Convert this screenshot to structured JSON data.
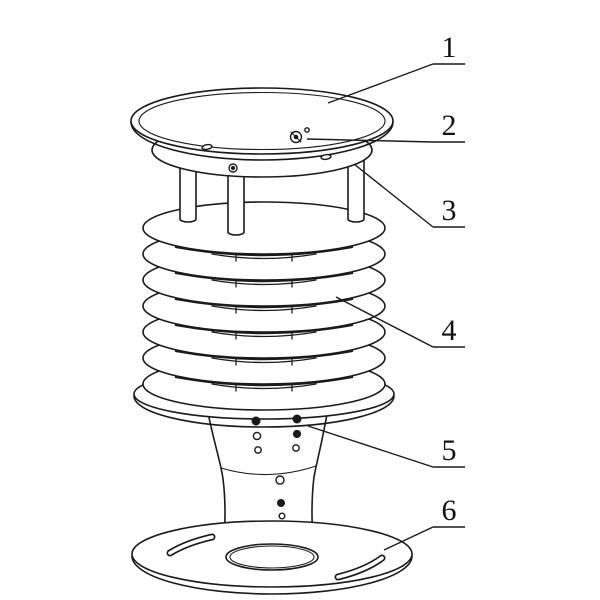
{
  "colors": {
    "ink": "#1a1a1a",
    "paper": "#ffffff"
  },
  "figure": {
    "callouts": [
      {
        "num": "1"
      },
      {
        "num": "2"
      },
      {
        "num": "3"
      },
      {
        "num": "4"
      },
      {
        "num": "5"
      },
      {
        "num": "6"
      }
    ]
  }
}
